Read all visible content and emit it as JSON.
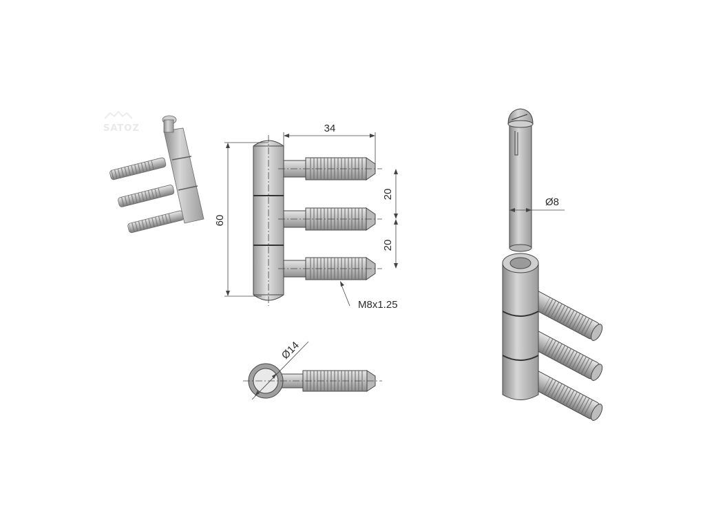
{
  "watermark": "SATOZ",
  "dimensions": {
    "length": "34",
    "height": "60",
    "spacing_upper": "20",
    "spacing_lower": "20",
    "thread": "M8x1.25",
    "barrel_diameter": "Ø14",
    "pin_diameter": "Ø8"
  },
  "colors": {
    "metal_dark": "#8c8c8c",
    "metal_mid": "#c4c4c4",
    "metal_light": "#ececec",
    "line": "#2b2b2b"
  }
}
